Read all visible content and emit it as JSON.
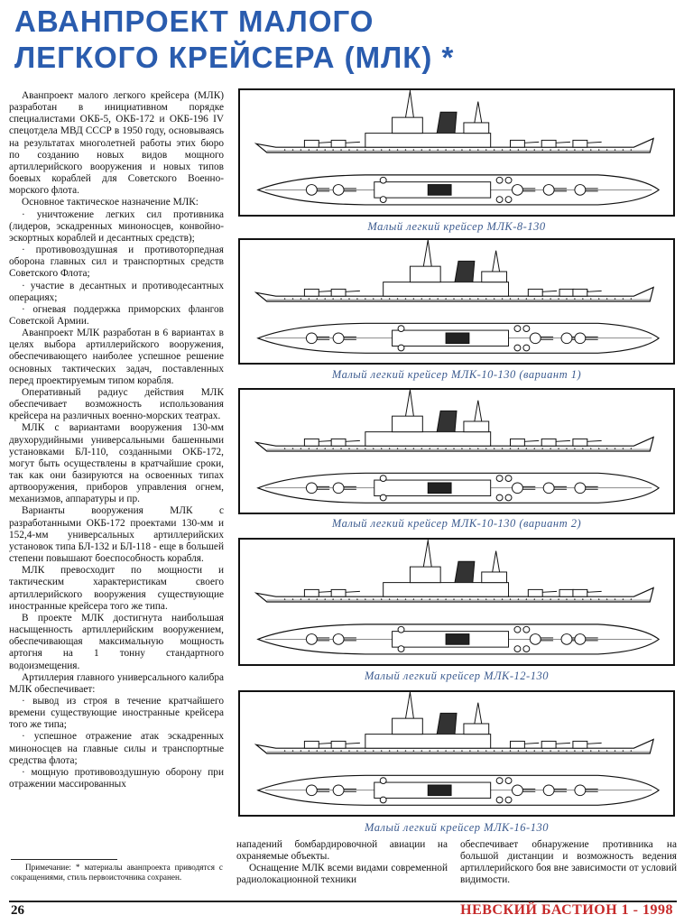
{
  "title": {
    "line1": "АВАНПРОЕКТ МАЛОГО",
    "line2": "ЛЕГКОГО КРЕЙСЕРА (МЛК) *"
  },
  "left_column": [
    "Аванпроект малого легкого крейсера (МЛК) разработан в инициативном порядке специалистами ОКБ-5, ОКБ-172 и ОКБ-196 IV спецотдела МВД СССР в 1950 году, основываясь на результатах многолетней работы этих бюро по созданию новых видов мощного артиллерийского вооружения и новых типов боевых кораблей для Советского Военно-морского флота.",
    "Основное тактическое назначение МЛК:",
    "· уничтожение легких сил противника (лидеров, эскадренных миноносцев, конвойно-эскортных кораблей и десантных средств);",
    "· противовоздушная и противоторпедная оборона главных сил и транспортных средств Советского Флота;",
    "· участие в десантных и противодесантных операциях;",
    "· огневая поддержка приморских флангов Советской Армии.",
    "Аванпроект МЛК разработан в 6 вариантах в целях выбора артиллерийского вооружения, обеспечивающего наиболее успешное решение основных тактических задач, поставленных перед проектируемым типом корабля.",
    "Оперативный радиус действия МЛК обеспечивает возможность использования крейсера на различных военно-морских театрах.",
    "МЛК с вариантами вооружения 130-мм двухорудийными универсальными башенными установками БЛ-110, созданными ОКБ-172, могут быть осуществлены в кратчайшие сроки, так как они базируются на освоенных типах артвооружения, приборов управления огнем, механизмов, аппаратуры и пр.",
    "Варианты вооружения МЛК с разработанными ОКБ-172 проектами 130-мм и 152,4-мм универсальных артиллерийских установок типа БЛ-132 и БЛ-118 - еще в большей степени повышают боеспособность корабля.",
    "МЛК превосходит по мощности и тактическим характеристикам своего артиллерийского вооружения существующие иностранные крейсера того же типа.",
    "В проекте МЛК достигнута наибольшая насыщенность артиллерийским вооружением, обеспечивающая максимальную мощность артогня на 1 тонну стандартного водоизмещения.",
    "Артиллерия главного универсального калибра МЛК обеспечивает:",
    "· вывод из строя в течение кратчайшего времени существующие иностранные крейсера того же типа;",
    "· успешное отражение атак эскадренных миноносцев на главные силы и транспортные средства флота;",
    "· мощную противовоздушную оборону при отражении массированных"
  ],
  "bottom_columns": {
    "col1": [
      "нападений бомбардировочной авиации на охраняемые объекты.",
      "Оснащение МЛК всеми видами современной радиолокационной техники"
    ],
    "col2": "обеспечивает обнаружение противника на большой дистанции и возможность ведения артиллерийского боя вне зависимости от условий видимости."
  },
  "footnote": "Примечание: * материалы аванпроекта приводятся с сокращениями, стиль первоисточника сохранен.",
  "figures": [
    {
      "caption": "Малый легкий крейсер МЛК-8-130"
    },
    {
      "caption": "Малый легкий крейсер МЛК-10-130 (вариант 1)"
    },
    {
      "caption": "Малый легкий крейсер МЛК-10-130 (вариант 2)"
    },
    {
      "caption": "Малый легкий крейсер МЛК-12-130"
    },
    {
      "caption": "Малый легкий крейсер МЛК-16-130"
    }
  ],
  "footer": {
    "page_number": "26",
    "magazine": "НЕВСКИЙ БАСТИОН 1 - 1998"
  },
  "colors": {
    "title": "#2a5cae",
    "caption": "#3b5a8e",
    "magazine": "#c62a2a"
  }
}
